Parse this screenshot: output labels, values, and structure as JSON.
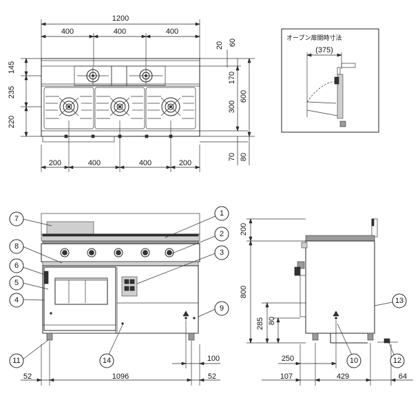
{
  "dimensions": {
    "top_total_width": "1200",
    "top_burner_spacing": [
      "400",
      "400",
      "400"
    ],
    "top_right_small": [
      "20",
      "60"
    ],
    "top_left_stack": [
      "145",
      "235",
      "220"
    ],
    "top_right_stack": [
      "170",
      "300",
      "600"
    ],
    "top_bottom_right": [
      "70",
      "80"
    ],
    "top_bottom_row": [
      "200",
      "400",
      "400",
      "200"
    ],
    "front_left_bottom": [
      "52",
      "1096",
      "52"
    ],
    "front_right_small": "100",
    "side_top": "200",
    "side_height": "800",
    "side_low": [
      "285",
      "80"
    ],
    "side_250": "250",
    "side_bottom_row": [
      "107",
      "429",
      "64"
    ]
  },
  "inset": {
    "label": "オープン扉開時寸法",
    "value": "(375)"
  },
  "callouts": [
    "1",
    "2",
    "3",
    "4",
    "5",
    "6",
    "7",
    "8",
    "9",
    "10",
    "11",
    "12",
    "13",
    "14"
  ]
}
